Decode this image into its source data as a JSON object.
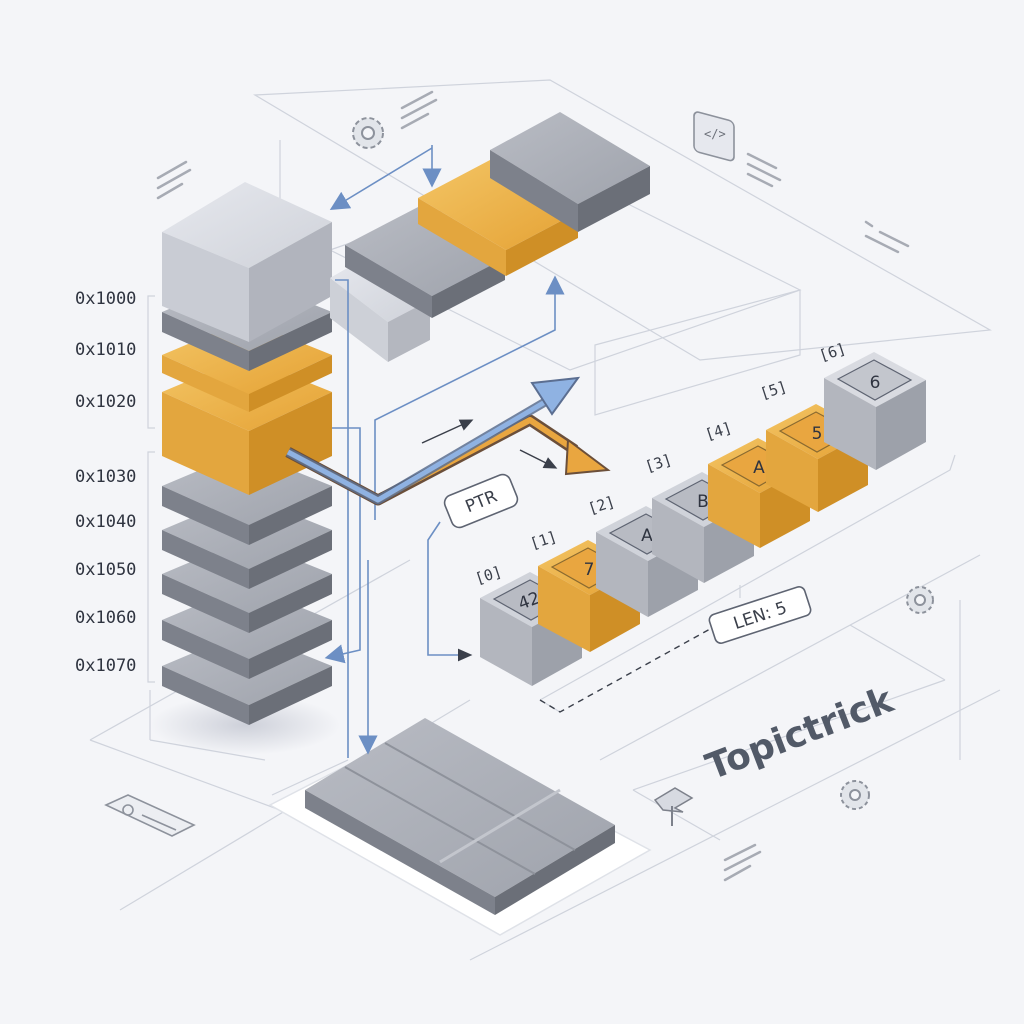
{
  "memory_addresses": [
    "0x1000",
    "0x1010",
    "0x1020",
    "0x1030",
    "0x1040",
    "0x1050",
    "0x1060",
    "0x1070"
  ],
  "array": {
    "indices": [
      "[0]",
      "[1]",
      "[2]",
      "[3]",
      "[4]",
      "[5]",
      "[6]"
    ],
    "values": [
      "42",
      "7",
      "A",
      "B",
      "A",
      "5",
      "6"
    ],
    "highlighted": [
      false,
      true,
      false,
      false,
      true,
      true,
      false
    ]
  },
  "labels": {
    "pointer": "PTR",
    "length": "LEN: 5"
  },
  "brand": {
    "name": "Topictrick"
  },
  "colors": {
    "block_gray": "#9a9ea8",
    "block_light": "#d4d7de",
    "block_highlight": "#e8a93a",
    "pointer_blue": "#6c8fc4",
    "pointer_brown": "#7a5a42"
  },
  "icons": [
    "gear-icon",
    "code-icon",
    "menu-lines-icon",
    "settings-panel-icon",
    "flag-icon"
  ]
}
